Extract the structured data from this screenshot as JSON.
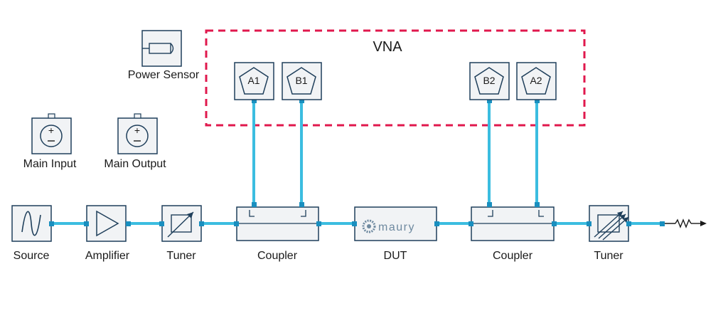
{
  "title": "VNA",
  "colors": {
    "wire": "#3bbde0",
    "port": "#1a8fbf",
    "box_stroke": "#1f3f5b",
    "box_fill": "#f1f3f5",
    "vna_border": "#e0184d",
    "maury": "#6f8aa0"
  },
  "legend": {
    "power_sensor": "Power Sensor",
    "main_input": "Main Input",
    "main_output": "Main Output"
  },
  "receivers": [
    "A1",
    "B1",
    "B2",
    "A2"
  ],
  "chain": {
    "source": "Source",
    "amplifier": "Amplifier",
    "tuner_in": "Tuner",
    "coupler_in": "Coupler",
    "dut": "DUT",
    "dut_logo": "maury",
    "coupler_out": "Coupler",
    "tuner_out": "Tuner"
  },
  "icons": {
    "source": "sine-wave-icon",
    "amplifier": "triangle-amplifier-icon",
    "tuner": "tuner-arrow-icon",
    "tuner_out": "multi-arrow-tuner-icon",
    "power_sensor": "power-sensor-icon",
    "meter": "dc-meter-icon",
    "load": "resistor-load-icon"
  }
}
